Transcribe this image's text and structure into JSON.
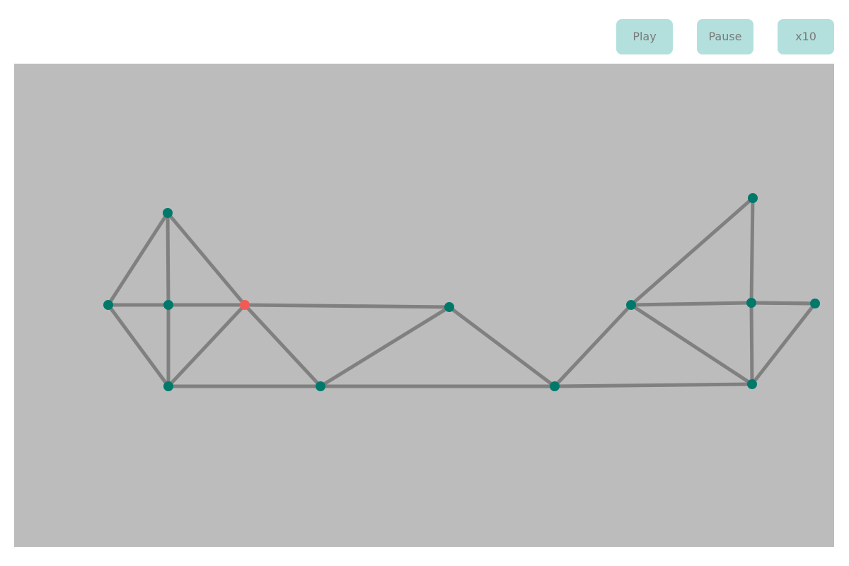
{
  "controls": {
    "play_label": "Play",
    "pause_label": "Pause",
    "speed_label": "x10"
  },
  "colors": {
    "canvas_background": "#bcbcbc",
    "beam": "#808080",
    "node": "#00796b",
    "selected_node": "#f25a55",
    "button_background": "#b3e0dc",
    "button_text": "#7a7a7a"
  },
  "bridge": {
    "selected_node": "node-3",
    "nodes": [
      "node-1",
      "node-2",
      "node-3",
      "node-4",
      "node-5",
      "node-6",
      "node-7",
      "node-8",
      "node-9",
      "node-10",
      "node-11",
      "node-12",
      "node-13",
      "node-14"
    ],
    "beams": [
      [
        "node-1",
        "node-2"
      ],
      [
        "node-1",
        "node-5"
      ],
      [
        "node-1",
        "node-6"
      ],
      [
        "node-5",
        "node-2"
      ],
      [
        "node-5",
        "node-3"
      ],
      [
        "node-2",
        "node-6"
      ],
      [
        "node-2",
        "node-3"
      ],
      [
        "node-6",
        "node-3"
      ],
      [
        "node-3",
        "node-4"
      ],
      [
        "node-3",
        "node-7"
      ],
      [
        "node-7",
        "node-4"
      ],
      [
        "node-4",
        "node-8"
      ],
      [
        "node-6",
        "node-7"
      ],
      [
        "node-7",
        "node-8"
      ],
      [
        "node-8",
        "node-9"
      ],
      [
        "node-9",
        "node-10"
      ],
      [
        "node-9",
        "node-12"
      ],
      [
        "node-8",
        "node-12"
      ],
      [
        "node-9",
        "node-11"
      ],
      [
        "node-10",
        "node-11"
      ],
      [
        "node-11",
        "node-12"
      ],
      [
        "node-11",
        "node-13"
      ],
      [
        "node-13",
        "node-12"
      ],
      [
        "node-11",
        "node-14"
      ]
    ]
  }
}
